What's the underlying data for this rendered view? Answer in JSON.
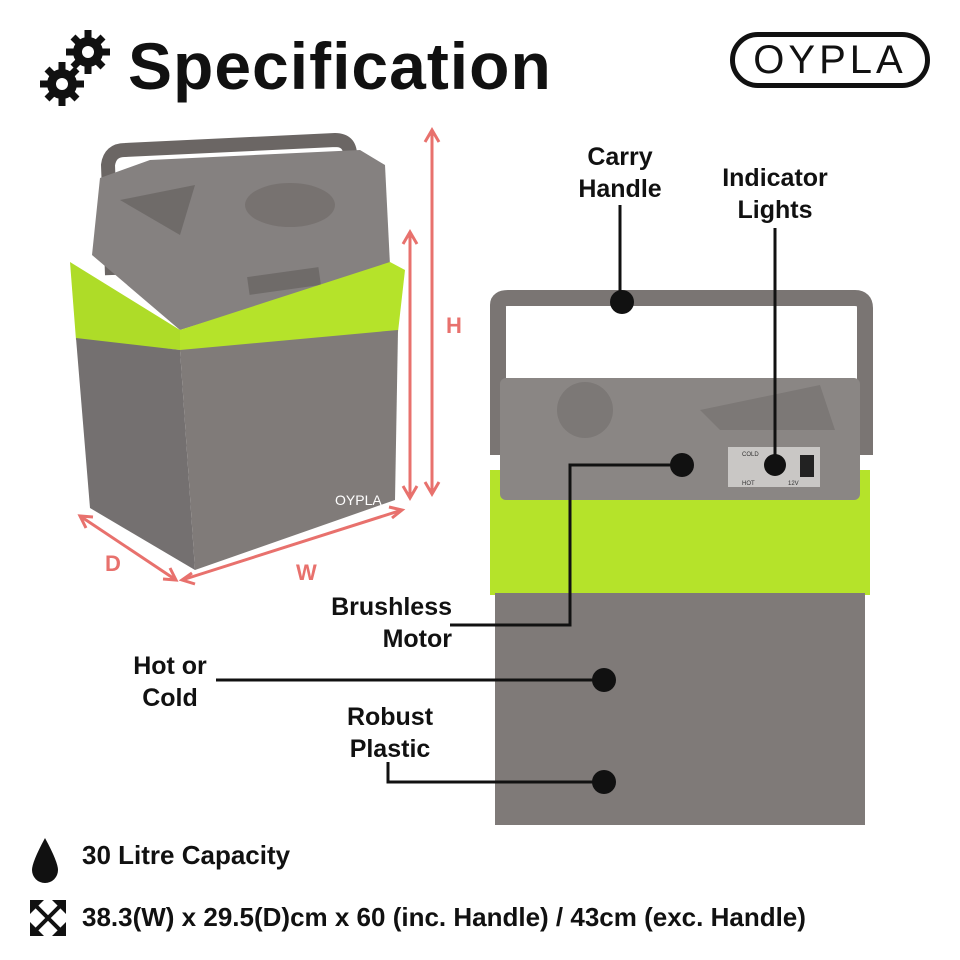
{
  "header": {
    "title": "Specification",
    "icon": "gears-icon"
  },
  "brand": {
    "logo_text": "OYPLA"
  },
  "colors": {
    "accent_green": "#b5e32a",
    "body_grey": "#7d7876",
    "dimension_arrows": "#e8716d"
  },
  "dimensions": {
    "height_label": "H",
    "depth_label": "D",
    "width_label": "W"
  },
  "product": {
    "body_logo": "OYPLA",
    "panel": {
      "cold": "COLD",
      "hot": "HOT",
      "voltage_dc": "12V"
    }
  },
  "callouts": {
    "carry_handle": [
      "Carry",
      "Handle"
    ],
    "indicator_lights": [
      "Indicator",
      "Lights"
    ],
    "brushless_motor": [
      "Brushless",
      "Motor"
    ],
    "hot_or_cold": [
      "Hot or",
      "Cold"
    ],
    "robust_plastic": [
      "Robust",
      "Plastic"
    ]
  },
  "specs": [
    {
      "icon": "water-drop-icon",
      "text": "30 Litre Capacity"
    },
    {
      "icon": "expand-arrows-icon",
      "text": "38.3(W) x 29.5(D)cm x 60 (inc. Handle) / 43cm (exc. Handle)"
    }
  ]
}
